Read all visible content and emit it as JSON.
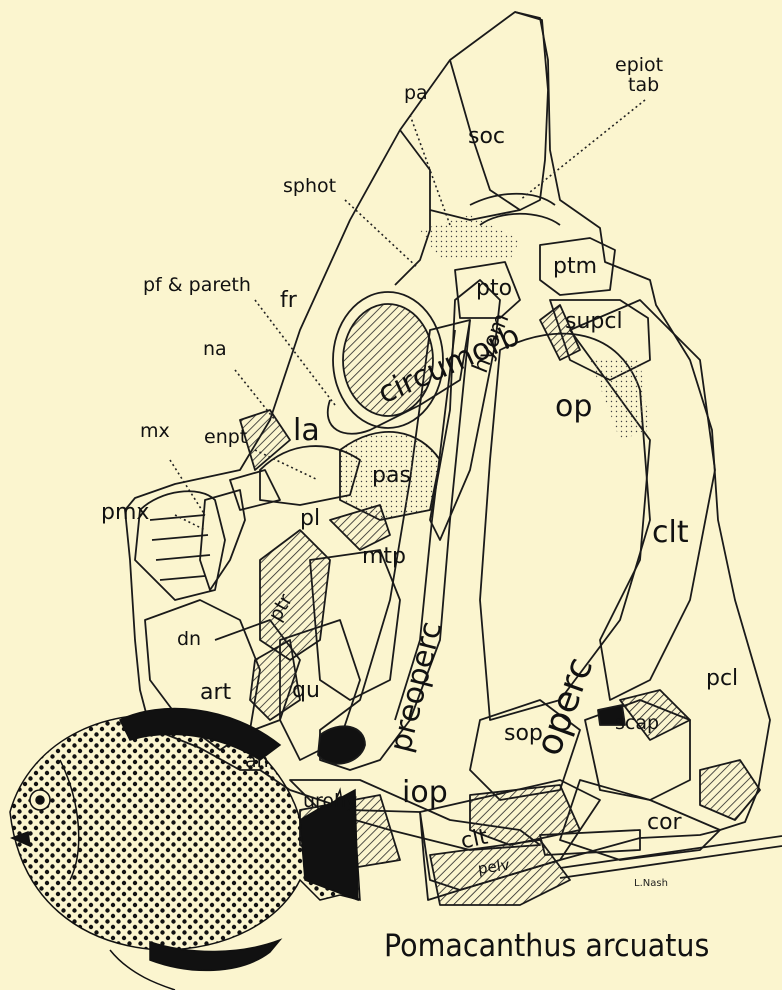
{
  "title": "Pomacanthus arcuatus",
  "credit": "L.Nash",
  "labels": {
    "soc": "soc",
    "pa": "pa",
    "epiot": "epiot",
    "tab": "tab",
    "sphot": "sphot",
    "ptm": "ptm",
    "pto": "pto",
    "pf_pareth": "pf & pareth",
    "fr": "fr",
    "supcl": "supcl",
    "na": "na",
    "circumorb": "circumorb",
    "hyom": "hyom",
    "op": "op",
    "mx": "mx",
    "enpt": "enpt",
    "la": "la",
    "pas": "pas",
    "pmx": "pmx",
    "pl": "pl",
    "mtp": "mtp",
    "clt": "clt",
    "dn": "dn",
    "ptr": "ptr",
    "art": "art",
    "qu": "qu",
    "preoperc": "preoperc",
    "operc": "operc",
    "pcl": "pcl",
    "sop": "sop",
    "scap": "scap",
    "an": "an",
    "iop": "iop",
    "urohy": "urohy",
    "clt2": "clt",
    "cor": "cor",
    "pelv": "pelv"
  }
}
